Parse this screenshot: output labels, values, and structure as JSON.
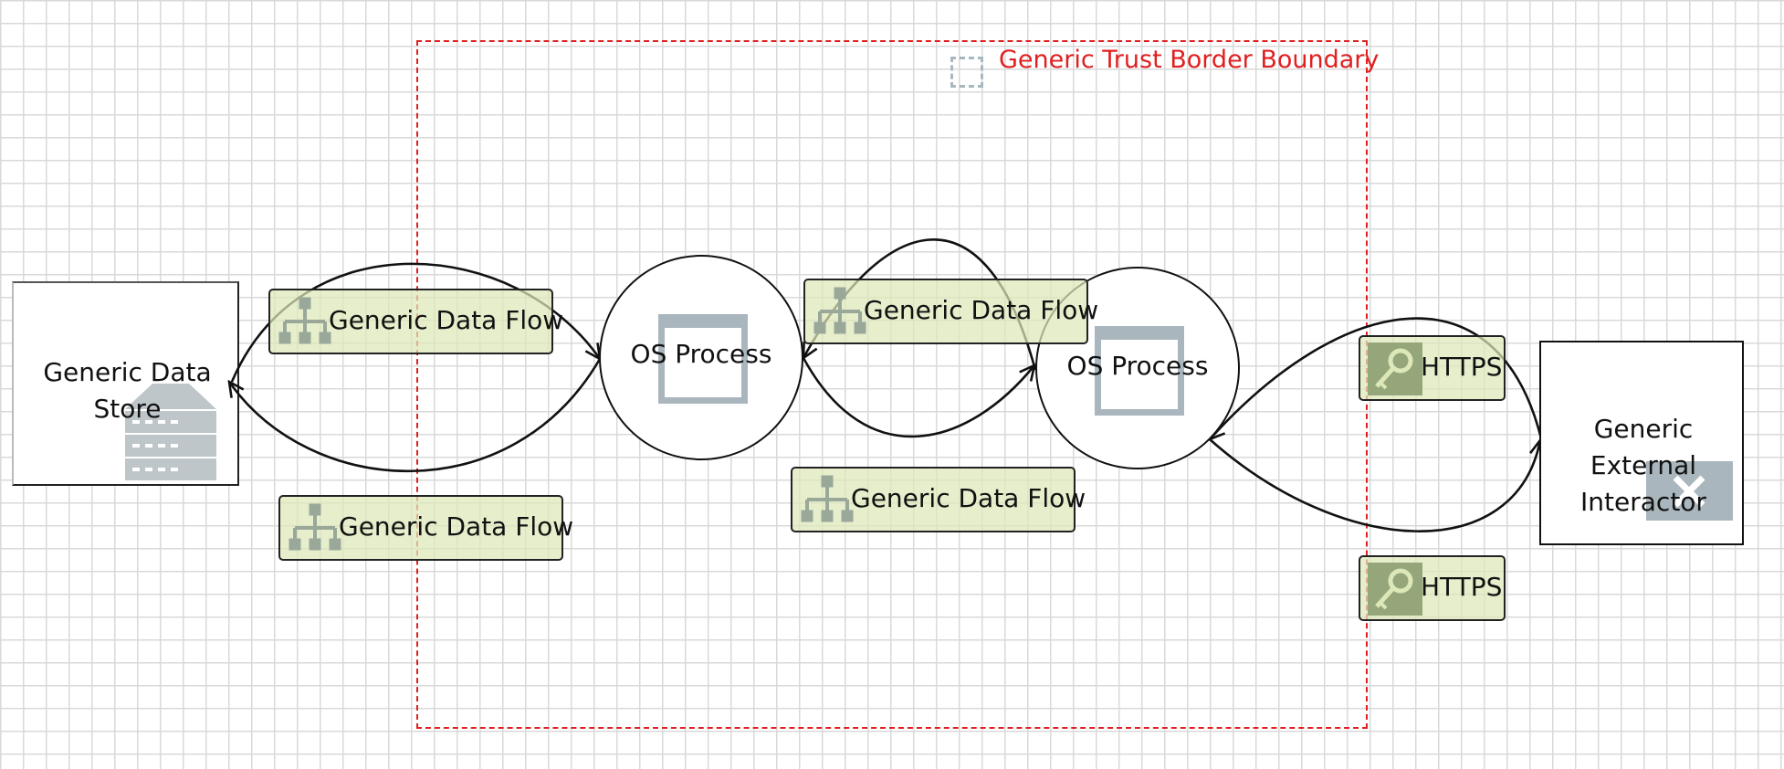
{
  "trust_boundary": {
    "label": "Generic Trust Border Boundary"
  },
  "data_store": {
    "label": "Generic Data\nStore"
  },
  "processes": [
    {
      "label": "OS Process"
    },
    {
      "label": "OS Process"
    }
  ],
  "external_interactor": {
    "label": "Generic External\nInteractor"
  },
  "data_flows": [
    {
      "label": "Generic Data Flow"
    },
    {
      "label": "Generic Data Flow"
    },
    {
      "label": "Generic Data Flow"
    },
    {
      "label": "Generic Data Flow"
    }
  ],
  "https_flows": [
    {
      "label": "HTTPS"
    },
    {
      "label": "HTTPS"
    }
  ],
  "colors": {
    "boundary": "#e02020",
    "flow_label_fill": "#dce8b8",
    "icon_gray": "#a9b6bd",
    "https_icon": "#95a67a",
    "grid": "#d9d9d9"
  },
  "icons": {
    "data_store": "server-rack-icon",
    "process": "window-icon",
    "external_interactor": "external-app-icon",
    "data_flow": "hierarchy-icon",
    "https": "key-icon",
    "boundary": "dashed-square-icon"
  }
}
